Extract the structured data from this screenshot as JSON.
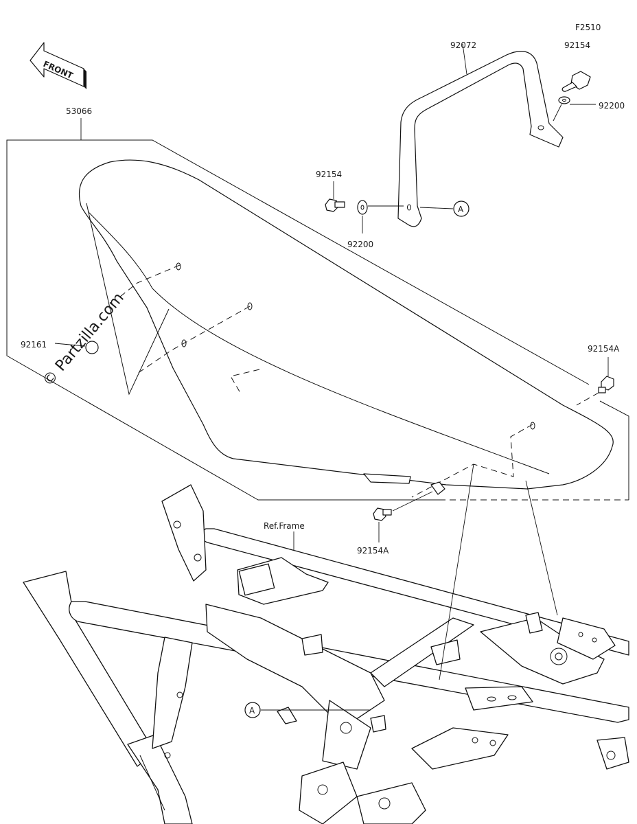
{
  "diagram_code": "F2510",
  "front_label": "FRONT",
  "watermark": "© Partzilla.com",
  "reference_label": "Ref.Frame",
  "callout_letter": "A",
  "part_numbers": {
    "seat": "53066",
    "grab_handle": "92072",
    "bolt_top": "92154",
    "washer_top": "92200",
    "bolt_mid": "92154",
    "washer_mid": "92200",
    "bolt_flange_right": "92154A",
    "bolt_flange_lower": "92154A",
    "nut": "92161"
  }
}
